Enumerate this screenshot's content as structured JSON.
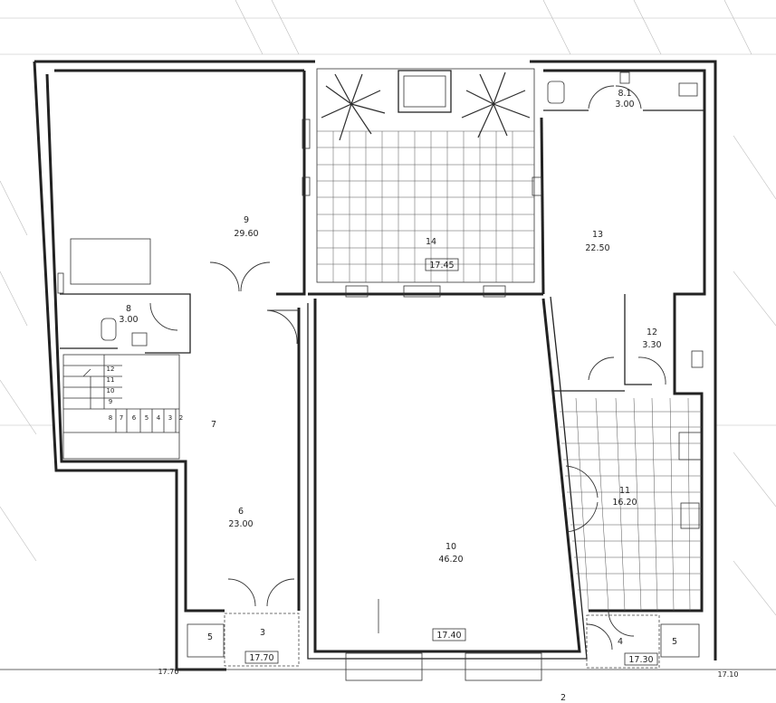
{
  "rooms": [
    {
      "id": "room-9",
      "number": "9",
      "area": "29.60"
    },
    {
      "id": "room-8",
      "number": "8",
      "area": "3.00"
    },
    {
      "id": "room-8-1",
      "number": "8.1",
      "area": "3.00"
    },
    {
      "id": "room-14",
      "number": "14",
      "area": ""
    },
    {
      "id": "room-13",
      "number": "13",
      "area": "22.50"
    },
    {
      "id": "room-12",
      "number": "12",
      "area": "3.30"
    },
    {
      "id": "room-7",
      "number": "7",
      "area": ""
    },
    {
      "id": "room-6",
      "number": "6",
      "area": "23.00"
    },
    {
      "id": "room-10",
      "number": "10",
      "area": "46.20"
    },
    {
      "id": "room-11",
      "number": "11",
      "area": "16.20"
    },
    {
      "id": "room-5-left",
      "number": "5",
      "area": ""
    },
    {
      "id": "room-5-right",
      "number": "5",
      "area": ""
    },
    {
      "id": "room-3",
      "number": "3",
      "area": ""
    },
    {
      "id": "room-4",
      "number": "4",
      "area": ""
    },
    {
      "id": "room-2",
      "number": "2",
      "area": ""
    }
  ],
  "levels": {
    "courtyard": "17.45",
    "hall": "17.40",
    "entry_left": "17.70",
    "entry_right": "17.30",
    "outside_left": "17.70",
    "outside_right": "17.10"
  },
  "stair_steps": [
    "12",
    "11",
    "10",
    "9",
    "8",
    "7",
    "6",
    "5",
    "4",
    "3",
    "2"
  ]
}
